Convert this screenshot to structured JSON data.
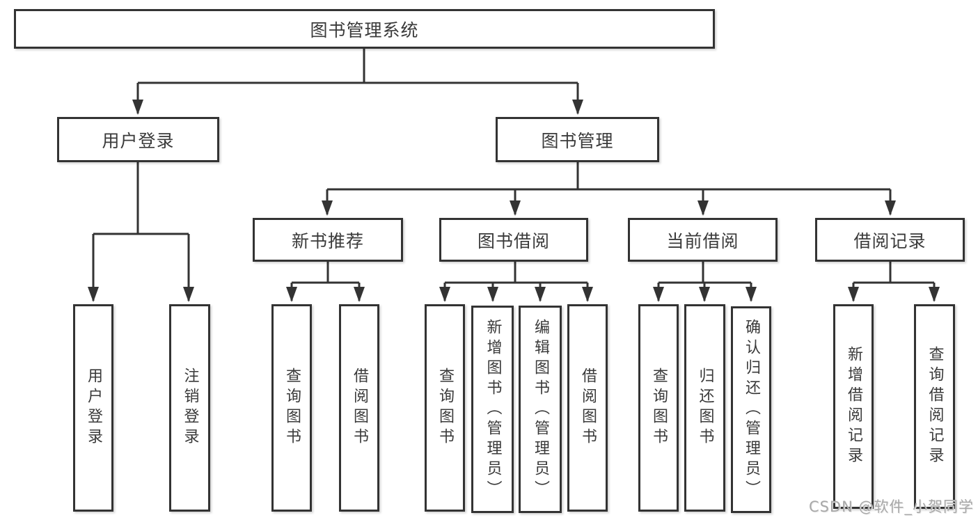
{
  "diagram": {
    "root": {
      "label": "图书管理系统"
    },
    "branches": [
      {
        "label": "用户登录",
        "children": [
          {
            "label": "用户登录"
          },
          {
            "label": "注销登录"
          }
        ]
      },
      {
        "label": "图书管理",
        "sections": [
          {
            "label": "新书推荐",
            "children": [
              {
                "label": "查询图书"
              },
              {
                "label": "借阅图书"
              }
            ]
          },
          {
            "label": "图书借阅",
            "children": [
              {
                "label": "查询图书"
              },
              {
                "label": "新增图书（管理员）"
              },
              {
                "label": "编辑图书（管理员）"
              },
              {
                "label": "借阅图书"
              }
            ]
          },
          {
            "label": "当前借阅",
            "children": [
              {
                "label": "查询图书"
              },
              {
                "label": "归还图书"
              },
              {
                "label": "确认归还（管理员）"
              }
            ]
          },
          {
            "label": "借阅记录",
            "children": [
              {
                "label": "新增借阅记录"
              },
              {
                "label": "查询借阅记录"
              }
            ]
          }
        ]
      }
    ]
  },
  "watermark": "CSDN @软件_小贺同学",
  "colors": {
    "line": "#333333",
    "border": "#333333",
    "text": "#3a3a3a",
    "watermark": "#a8a8a8",
    "background": "#ffffff"
  }
}
